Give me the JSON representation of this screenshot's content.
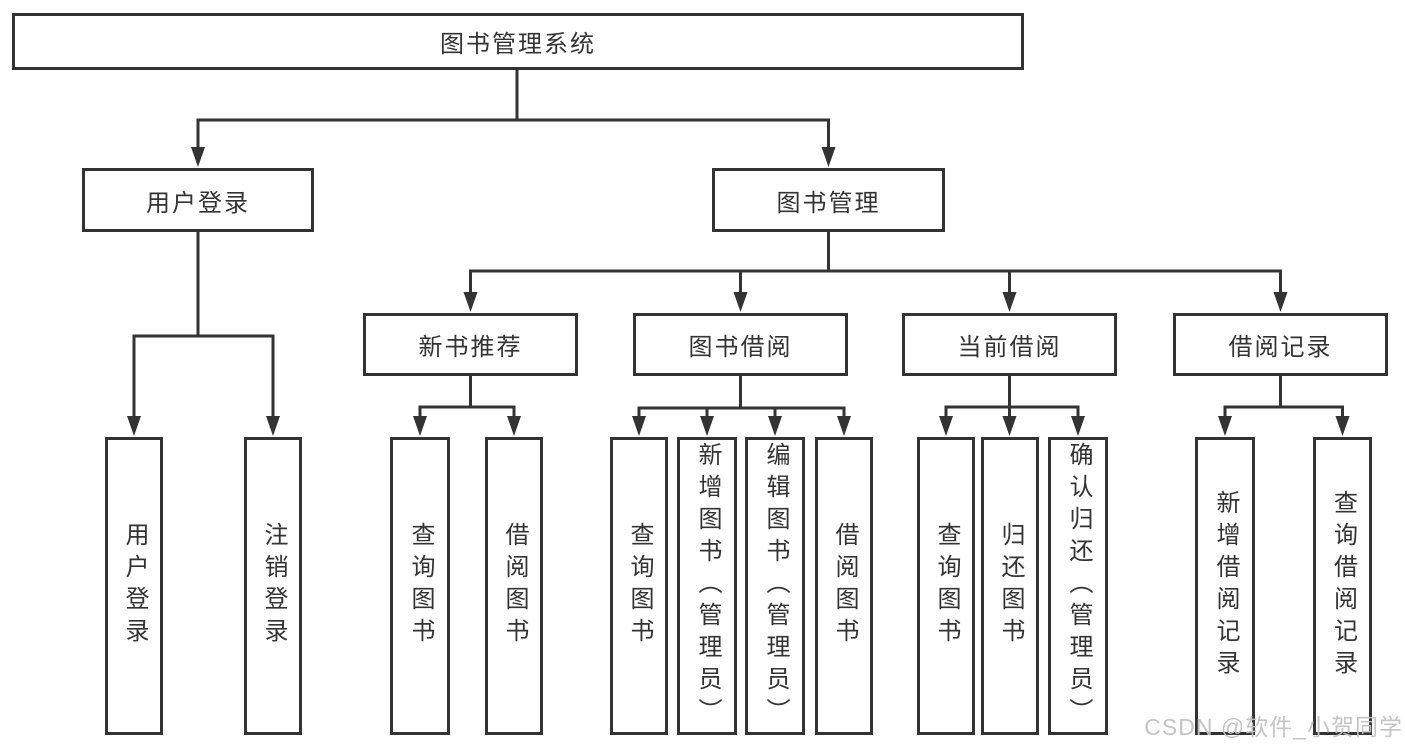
{
  "tree": {
    "root": {
      "label": "图书管理系统"
    },
    "branches": [
      {
        "label": "用户登录",
        "children": [
          {
            "label": "用户登录"
          },
          {
            "label": "注销登录"
          }
        ]
      },
      {
        "label": "图书管理",
        "children": [
          {
            "label": "新书推荐",
            "children": [
              {
                "label": "查询图书"
              },
              {
                "label": "借阅图书"
              }
            ]
          },
          {
            "label": "图书借阅",
            "children": [
              {
                "label": "查询图书"
              },
              {
                "label": "新增图书（管理员）"
              },
              {
                "label": "编辑图书（管理员）"
              },
              {
                "label": "借阅图书"
              }
            ]
          },
          {
            "label": "当前借阅",
            "children": [
              {
                "label": "查询图书"
              },
              {
                "label": "归还图书"
              },
              {
                "label": "确认归还（管理员）"
              }
            ]
          },
          {
            "label": "借阅记录",
            "children": [
              {
                "label": "新增借阅记录"
              },
              {
                "label": "查询借阅记录"
              }
            ]
          }
        ]
      }
    ]
  },
  "watermark": {
    "text": "CSDN @软件_小贺同学"
  },
  "colors": {
    "line": "#333333",
    "text": "#333333",
    "box_background": "#ffffff",
    "watermark": "#c1c1c1",
    "background": "#ffffff"
  }
}
